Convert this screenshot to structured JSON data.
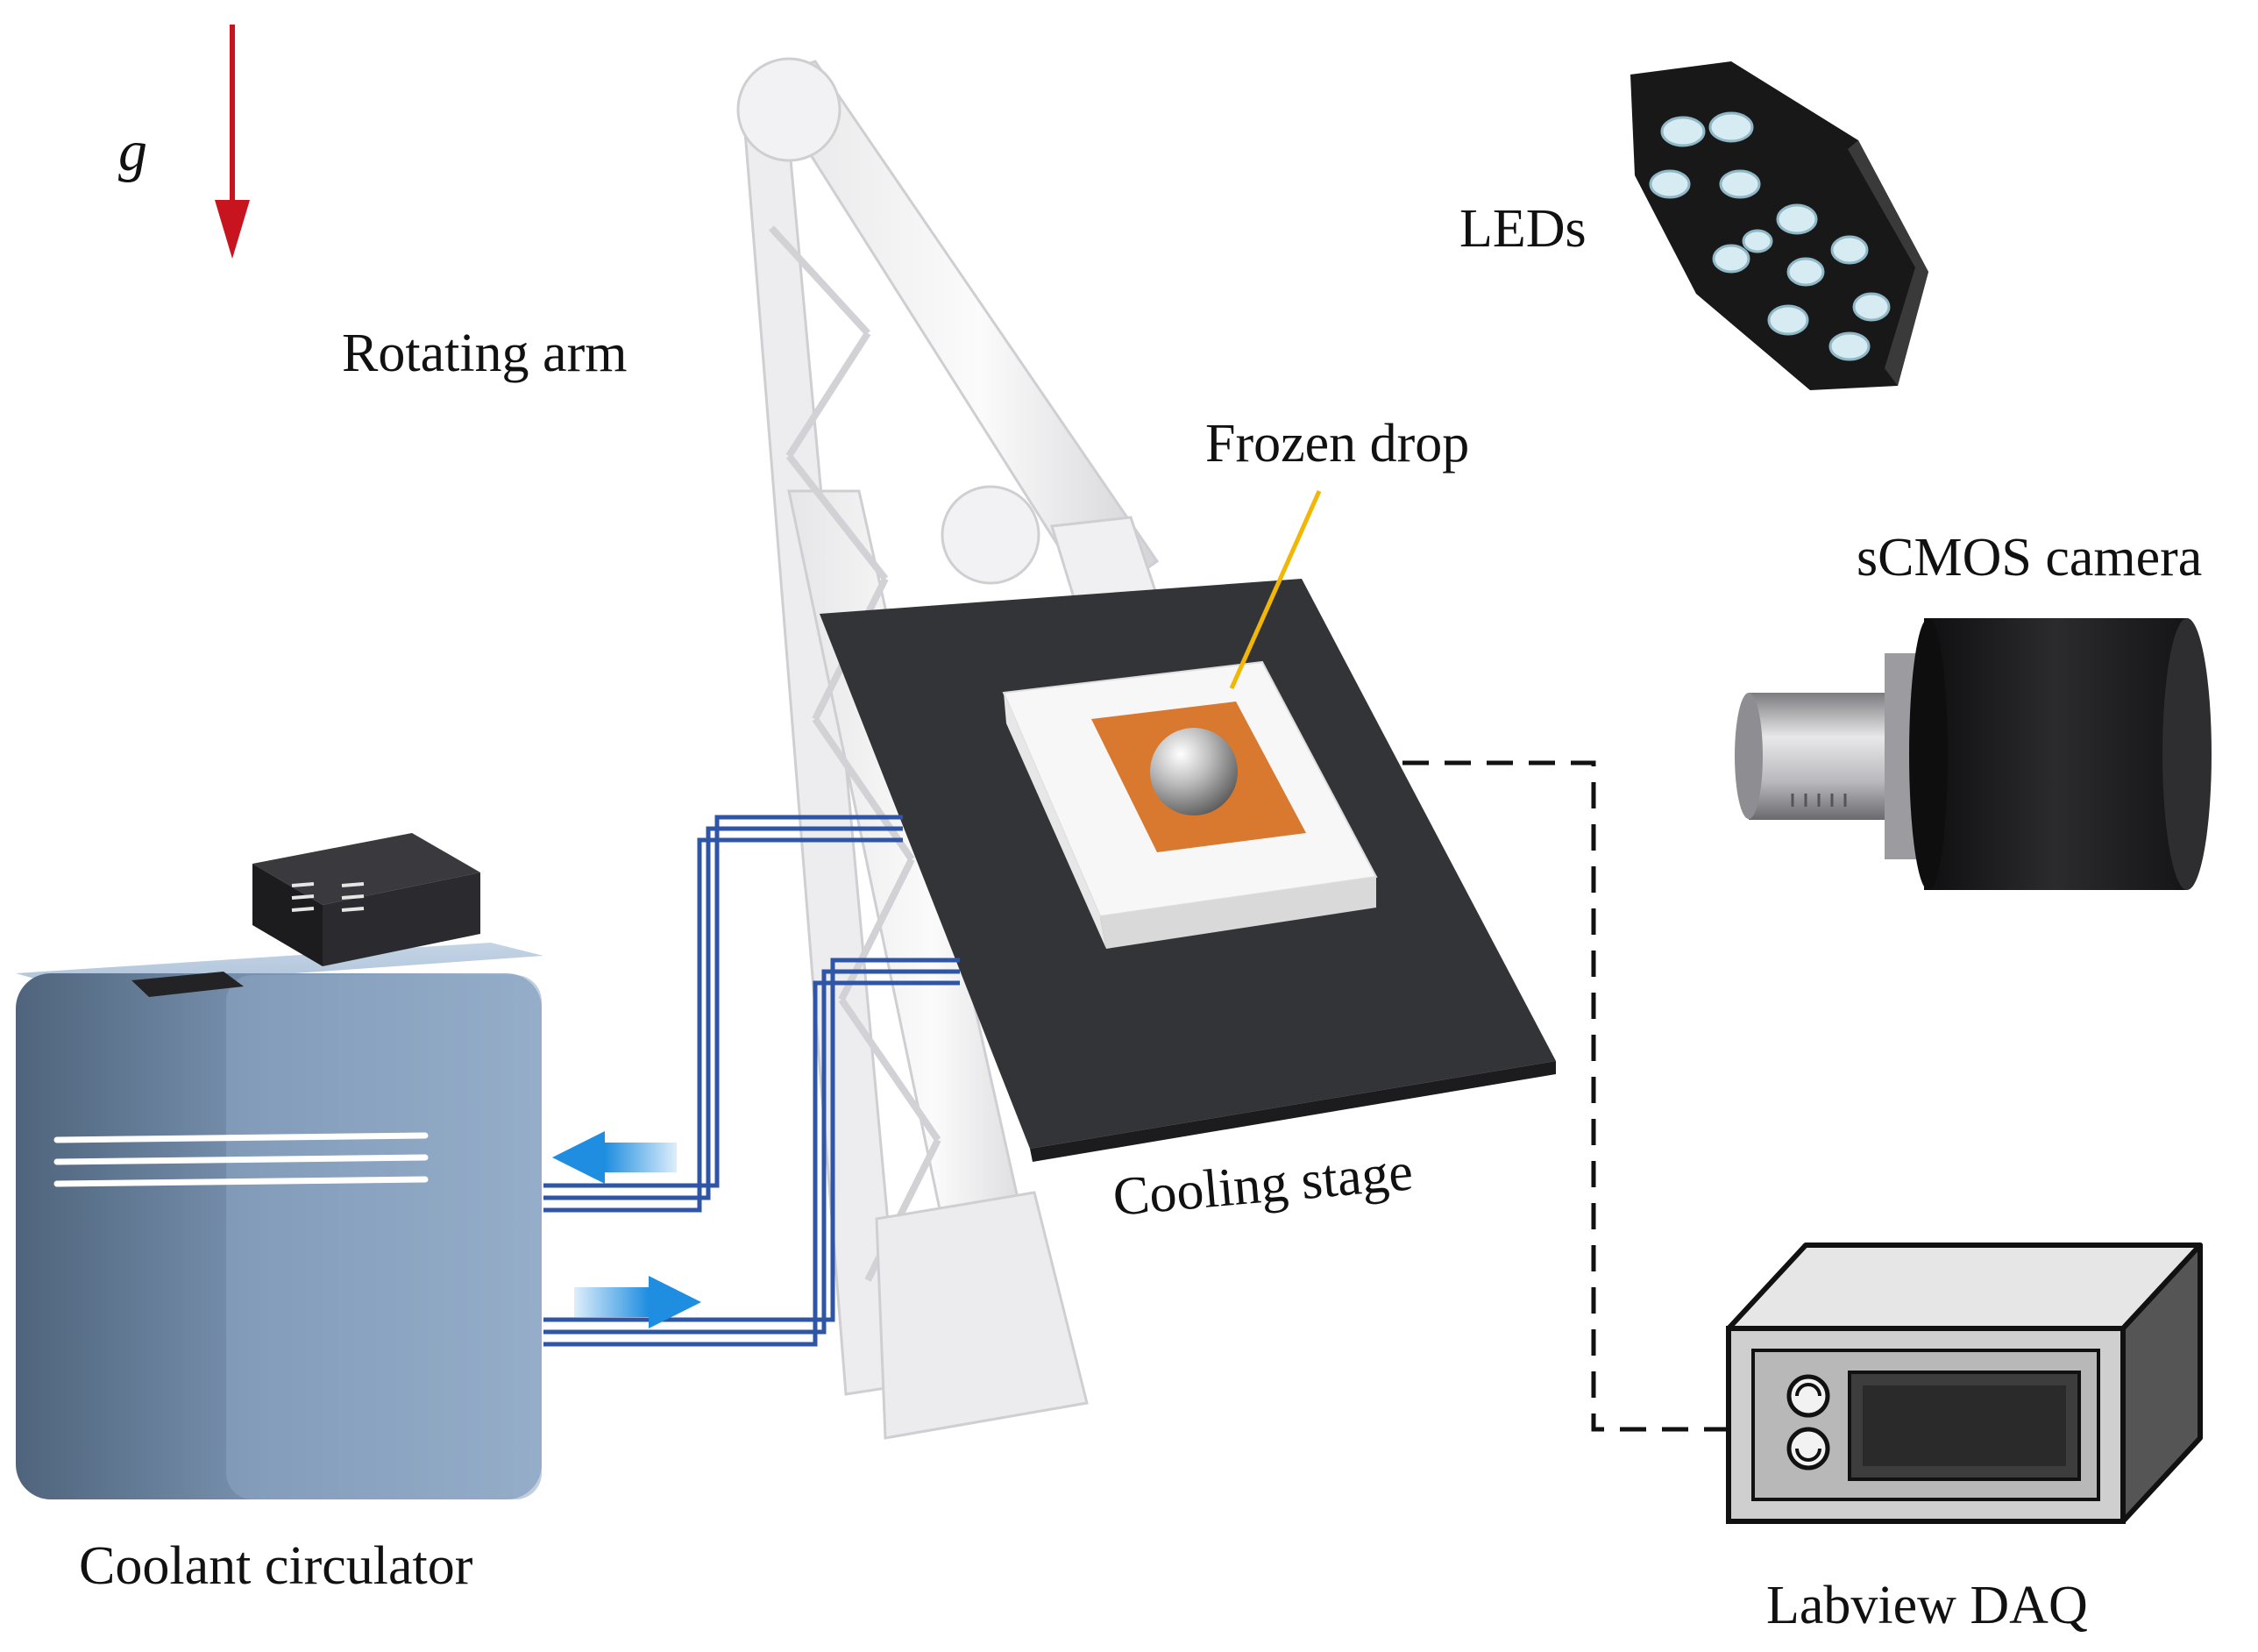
{
  "labels": {
    "gravity": "g",
    "leds": "LEDs",
    "rotating_arm": "Rotating arm",
    "frozen_drop": "Frozen drop",
    "camera": "sCMOS camera",
    "cooling_stage": "Cooling stage",
    "coolant_circulator": "Coolant circulator",
    "daq": "Labview DAQ"
  },
  "colors": {
    "gravity_arrow": "#c8141e",
    "pointer": "#f2b705",
    "pipe": "#2f56a6",
    "flow_arrow": "#1f8ee0",
    "circulator_body": "#7f9bbb",
    "stage_plate": "#333438",
    "sample_pad": "#d9782f"
  }
}
